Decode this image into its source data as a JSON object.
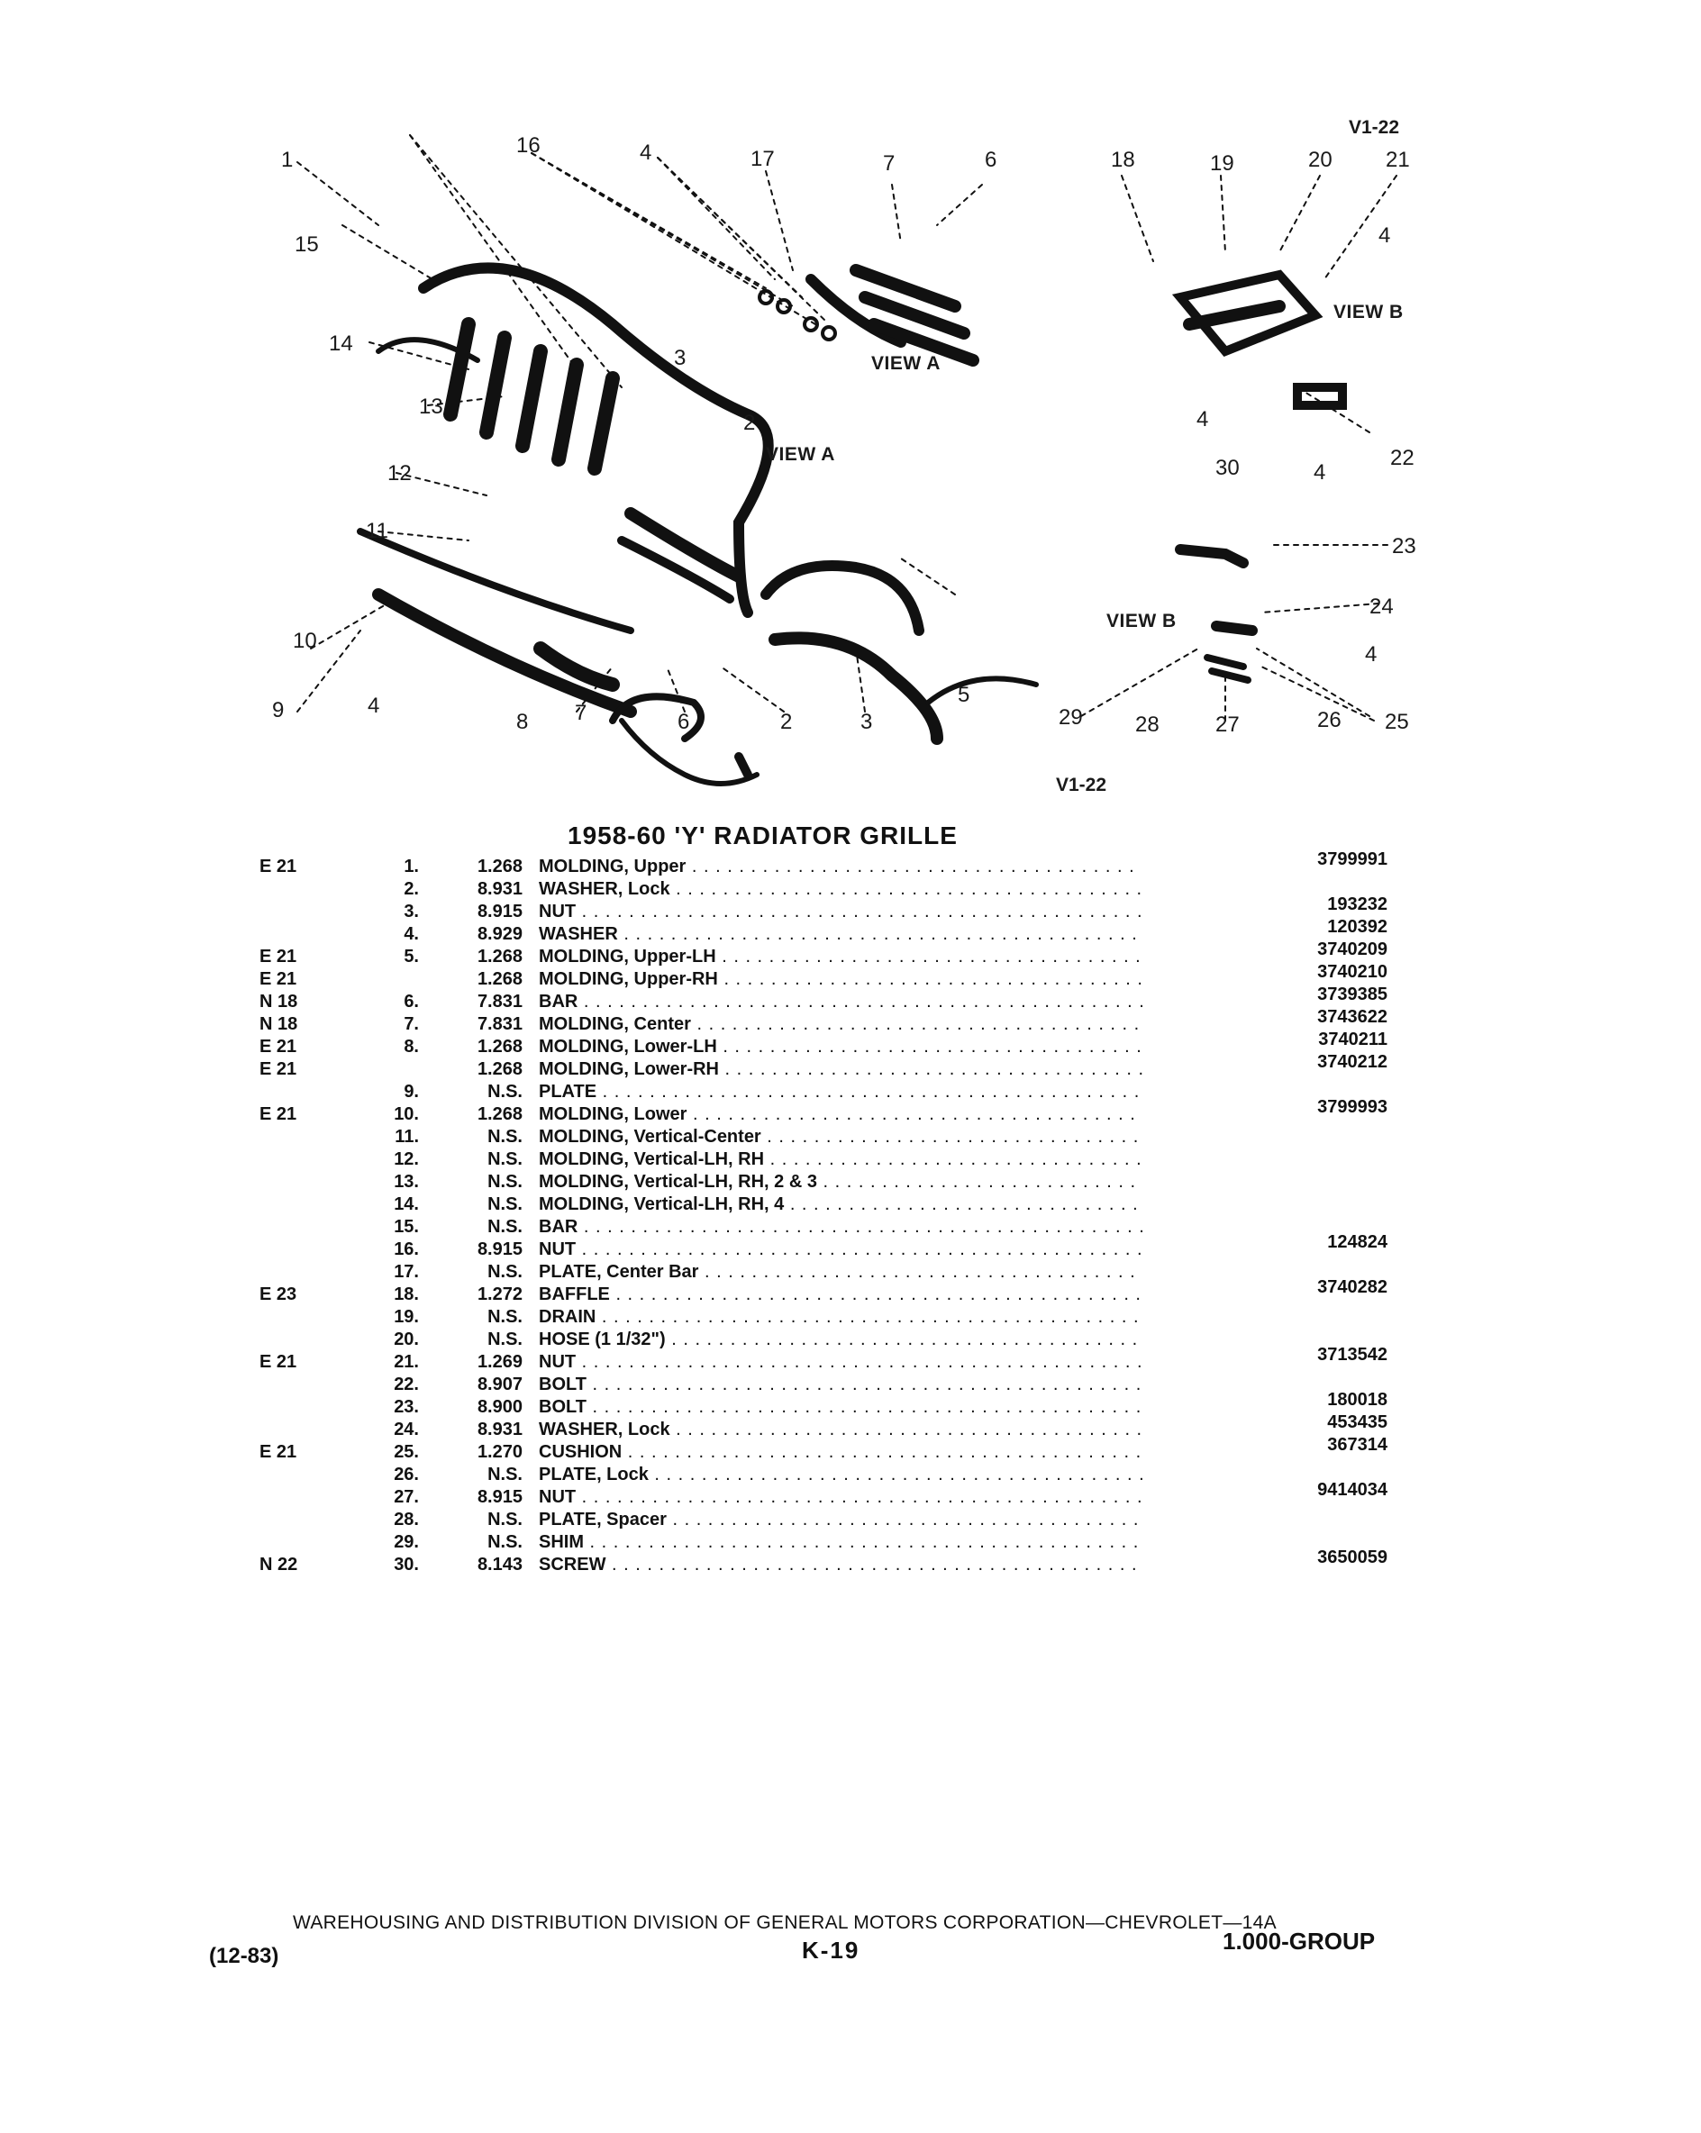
{
  "figure": {
    "code_top": "V1-22",
    "code_bottom": "V1-22",
    "view_a_label": "VIEW A",
    "view_b_label": "VIEW B",
    "callouts": {
      "c1": "1",
      "c2": "2",
      "c3": "3",
      "c4": "4",
      "c5": "5",
      "c6": "6",
      "c7": "7",
      "c8": "8",
      "c9": "9",
      "c10": "10",
      "c11": "11",
      "c12": "12",
      "c13": "13",
      "c14": "14",
      "c15": "15",
      "c16": "16",
      "c17": "17",
      "c18": "18",
      "c19": "19",
      "c20": "20",
      "c21": "21",
      "c22": "22",
      "c23": "23",
      "c24": "24",
      "c25": "25",
      "c26": "26",
      "c27": "27",
      "c28": "28",
      "c29": "29",
      "c30": "30"
    }
  },
  "parts": {
    "title": "1958-60 'Y' RADIATOR GRILLE",
    "rows": [
      {
        "code": "E 21",
        "num": "1.",
        "group": "1.268",
        "desc": "MOLDING, Upper",
        "part": "3799991"
      },
      {
        "code": "",
        "num": "2.",
        "group": "8.931",
        "desc": "WASHER, Lock",
        "part": ""
      },
      {
        "code": "",
        "num": "3.",
        "group": "8.915",
        "desc": "NUT",
        "part": "193232"
      },
      {
        "code": "",
        "num": "4.",
        "group": "8.929",
        "desc": "WASHER",
        "part": "120392"
      },
      {
        "code": "E 21",
        "num": "5.",
        "group": "1.268",
        "desc": "MOLDING, Upper-LH",
        "part": "3740209"
      },
      {
        "code": "E 21",
        "num": "",
        "group": "1.268",
        "desc": "MOLDING, Upper-RH",
        "part": "3740210"
      },
      {
        "code": "N 18",
        "num": "6.",
        "group": "7.831",
        "desc": "BAR",
        "part": "3739385"
      },
      {
        "code": "N 18",
        "num": "7.",
        "group": "7.831",
        "desc": "MOLDING, Center",
        "part": "3743622"
      },
      {
        "code": "E 21",
        "num": "8.",
        "group": "1.268",
        "desc": "MOLDING, Lower-LH",
        "part": "3740211"
      },
      {
        "code": "E 21",
        "num": "",
        "group": "1.268",
        "desc": "MOLDING, Lower-RH",
        "part": "3740212"
      },
      {
        "code": "",
        "num": "9.",
        "group": "N.S.",
        "desc": "PLATE",
        "part": ""
      },
      {
        "code": "E 21",
        "num": "10.",
        "group": "1.268",
        "desc": "MOLDING, Lower",
        "part": "3799993"
      },
      {
        "code": "",
        "num": "11.",
        "group": "N.S.",
        "desc": "MOLDING, Vertical-Center",
        "part": ""
      },
      {
        "code": "",
        "num": "12.",
        "group": "N.S.",
        "desc": "MOLDING, Vertical-LH, RH",
        "part": ""
      },
      {
        "code": "",
        "num": "13.",
        "group": "N.S.",
        "desc": "MOLDING, Vertical-LH, RH, 2 & 3",
        "part": ""
      },
      {
        "code": "",
        "num": "14.",
        "group": "N.S.",
        "desc": "MOLDING, Vertical-LH, RH, 4",
        "part": ""
      },
      {
        "code": "",
        "num": "15.",
        "group": "N.S.",
        "desc": "BAR",
        "part": ""
      },
      {
        "code": "",
        "num": "16.",
        "group": "8.915",
        "desc": "NUT",
        "part": "124824"
      },
      {
        "code": "",
        "num": "17.",
        "group": "N.S.",
        "desc": "PLATE, Center Bar",
        "part": ""
      },
      {
        "code": "E 23",
        "num": "18.",
        "group": "1.272",
        "desc": "BAFFLE",
        "part": "3740282"
      },
      {
        "code": "",
        "num": "19.",
        "group": "N.S.",
        "desc": "DRAIN",
        "part": ""
      },
      {
        "code": "",
        "num": "20.",
        "group": "N.S.",
        "desc": "HOSE (1 1/32\")",
        "part": ""
      },
      {
        "code": "E 21",
        "num": "21.",
        "group": "1.269",
        "desc": "NUT",
        "part": "3713542"
      },
      {
        "code": "",
        "num": "22.",
        "group": "8.907",
        "desc": "BOLT",
        "part": ""
      },
      {
        "code": "",
        "num": "23.",
        "group": "8.900",
        "desc": "BOLT",
        "part": "180018"
      },
      {
        "code": "",
        "num": "24.",
        "group": "8.931",
        "desc": "WASHER, Lock",
        "part": "453435"
      },
      {
        "code": "E 21",
        "num": "25.",
        "group": "1.270",
        "desc": "CUSHION",
        "part": "367314"
      },
      {
        "code": "",
        "num": "26.",
        "group": "N.S.",
        "desc": "PLATE, Lock",
        "part": ""
      },
      {
        "code": "",
        "num": "27.",
        "group": "8.915",
        "desc": "NUT",
        "part": "9414034"
      },
      {
        "code": "",
        "num": "28.",
        "group": "N.S.",
        "desc": "PLATE, Spacer",
        "part": ""
      },
      {
        "code": "",
        "num": "29.",
        "group": "N.S.",
        "desc": "SHIM",
        "part": ""
      },
      {
        "code": "N 22",
        "num": "30.",
        "group": "8.143",
        "desc": "SCREW",
        "part": "3650059"
      }
    ]
  },
  "footer": {
    "division": "WAREHOUSING AND DISTRIBUTION DIVISION OF GENERAL MOTORS CORPORATION—CHEVROLET—14A",
    "date": "(12-83)",
    "page": "K-19",
    "group": "1.000-GROUP"
  }
}
